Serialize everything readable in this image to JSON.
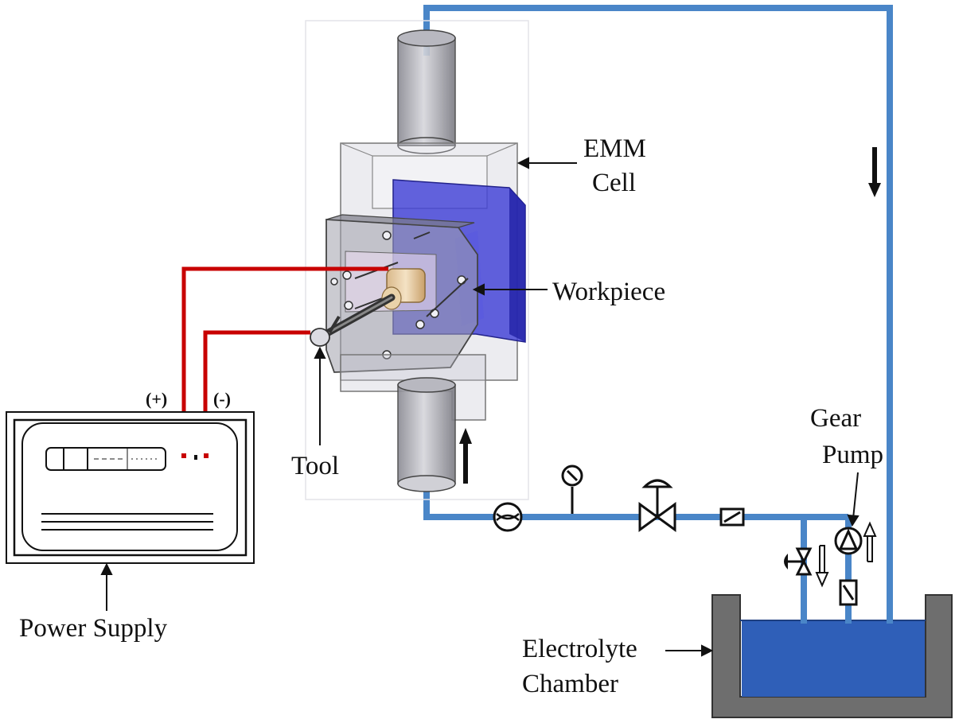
{
  "labels": {
    "emm_cell_line1": "EMM",
    "emm_cell_line2": "Cell",
    "workpiece": "Workpiece",
    "tool": "Tool",
    "power_supply": "Power Supply",
    "gear_pump_line1": "Gear",
    "gear_pump_line2": "Pump",
    "electrolyte_line1": "Electrolyte",
    "electrolyte_line2": "Chamber",
    "positive_terminal": "(+)",
    "negative_terminal": "(-)"
  },
  "colors": {
    "pipe": "#4a86c8",
    "wire": "#c80000",
    "electrolyte": "#2f5fb8",
    "chamber": "#6e6e6e",
    "workpiece": "#3c3cd6",
    "cell_glass": "#c8c8d4"
  }
}
